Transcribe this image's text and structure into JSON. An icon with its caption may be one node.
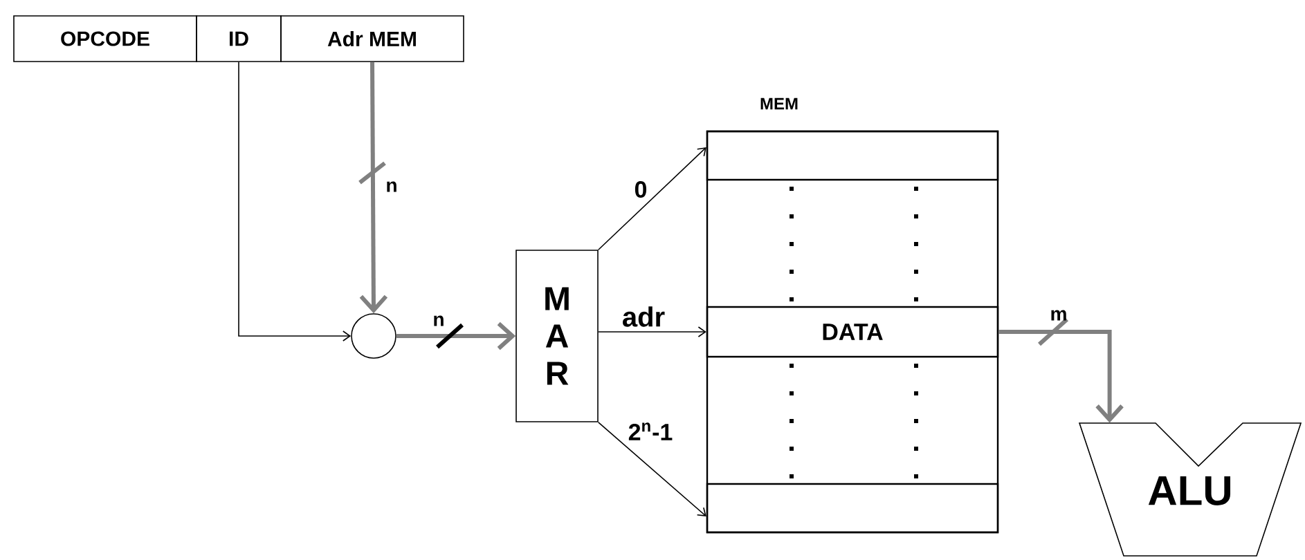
{
  "diagram": {
    "nodes": [
      {
        "text": [
          "OPCODE"
        ]
      },
      {
        "text": [
          "ID"
        ]
      },
      {
        "text": [
          "Adr MEM"
        ]
      },
      {
        "text": [],
        "shape": "circle"
      },
      {
        "text": [
          "M A R"
        ]
      },
      {
        "text": [
          "MEM"
        ]
      },
      {
        "text": [],
        "shape": "box",
        "in": 5
      },
      {
        "text": [
          "DATA"
        ],
        "in": 5
      },
      {
        "text": [],
        "shape": "box",
        "in": 5
      },
      {
        "text": [
          "ALU"
        ]
      }
    ],
    "edges": [
      {
        "from": 1,
        "to": 3,
        "arrow": "to"
      },
      {
        "from": 2,
        "to": 3,
        "arrow": "to",
        "label": "n",
        "style": "thick",
        "color": "#808080"
      },
      {
        "from": 3,
        "to": 4,
        "arrow": "to",
        "label": "n",
        "style": "thick",
        "color": "#808080"
      },
      {
        "from": 4,
        "to": 6,
        "arrow": "to",
        "label": "0"
      },
      {
        "from": 4,
        "to": 7,
        "arrow": "to",
        "label": "adr"
      },
      {
        "from": 4,
        "to": 8,
        "arrow": "to",
        "label": "2$^{n}$-1"
      },
      {
        "from": 7,
        "to": 9,
        "arrow": "to",
        "label": "m",
        "style": "thick",
        "color": "#808080"
      }
    ]
  }
}
